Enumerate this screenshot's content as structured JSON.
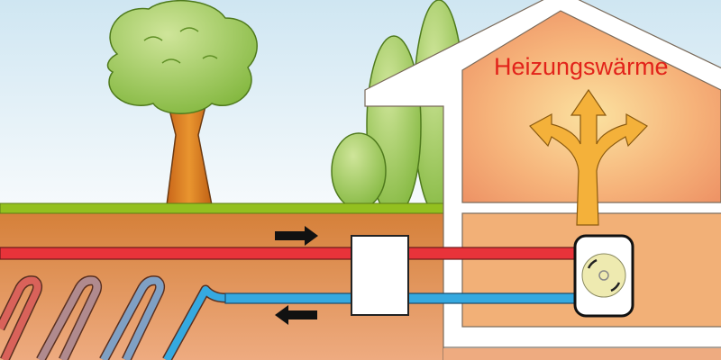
{
  "diagram": {
    "heading": "Heizungswärme",
    "colors": {
      "hot_pipe": "#e8333a",
      "cold_pipe": "#35a9e0",
      "ground": "#93c01f",
      "soil_top": "#d9843e",
      "soil_bottom": "#eea67a",
      "heading": "#e2231a",
      "heat_arrow": "#f4b13a"
    },
    "icons": [
      "flow-right-arrow",
      "flow-left-arrow",
      "heat-distribution-arrow",
      "heat-pump-unit",
      "heat-exchanger-box"
    ]
  }
}
